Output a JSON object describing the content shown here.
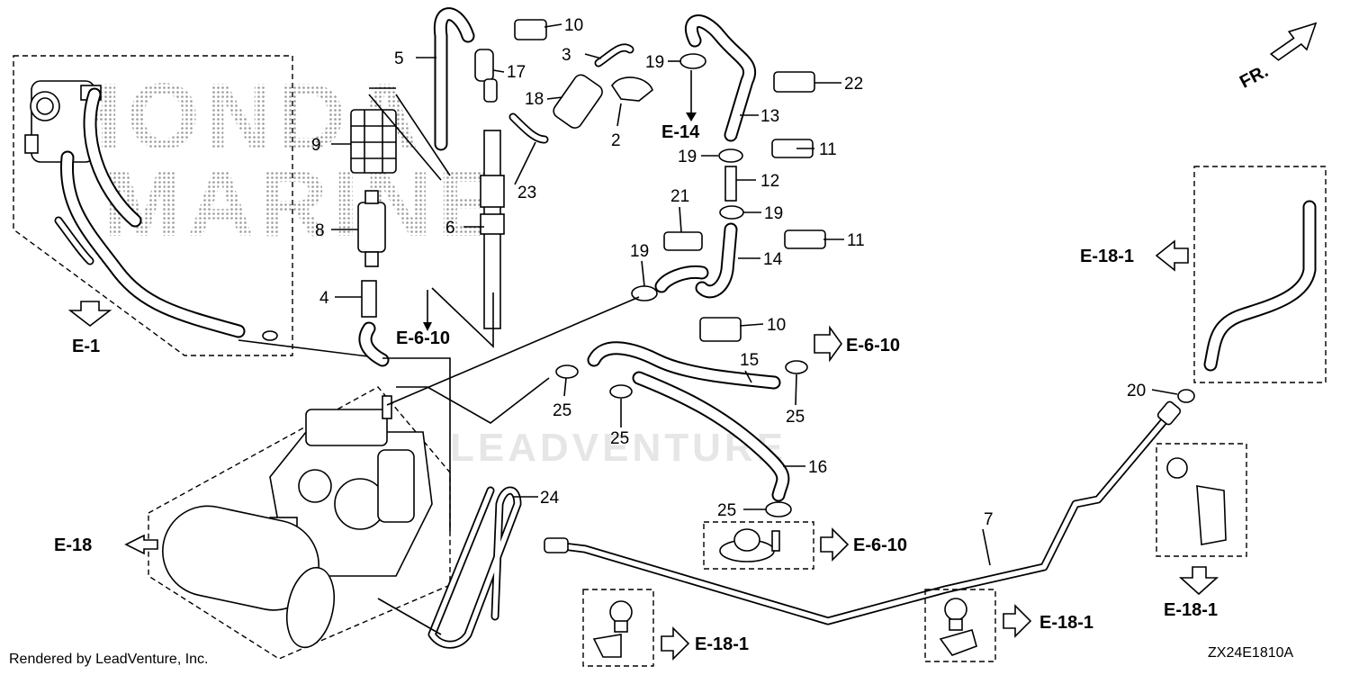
{
  "watermark": {
    "brand_top": "HONDA",
    "brand_bottom": "MARINE",
    "dealer": "LEADVENTURE"
  },
  "part_numbers": {
    "p2": "2",
    "p3": "3",
    "p4": "4",
    "p5": "5",
    "p6": "6",
    "p7": "7",
    "p8": "8",
    "p9": "9",
    "p10a": "10",
    "p10b": "10",
    "p11a": "11",
    "p11b": "11",
    "p12": "12",
    "p13": "13",
    "p14": "14",
    "p15": "15",
    "p16": "16",
    "p17": "17",
    "p18": "18",
    "p19a": "19",
    "p19b": "19",
    "p19c": "19",
    "p19d": "19",
    "p20": "20",
    "p21": "21",
    "p22": "22",
    "p23": "23",
    "p24": "24",
    "p25a": "25",
    "p25b": "25",
    "p25c": "25",
    "p25d": "25"
  },
  "references": {
    "e1": "E-1",
    "e14": "E-14",
    "e6_10_a": "E-6-10",
    "e6_10_b": "E-6-10",
    "e6_10_c": "E-6-10",
    "e18": "E-18",
    "e18_1_a": "E-18-1",
    "e18_1_b": "E-18-1",
    "e18_1_c": "E-18-1",
    "e18_1_d": "E-18-1"
  },
  "front_label": "FR.",
  "footer": {
    "rendered_by": "Rendered by LeadVenture, Inc.",
    "diagram_code": "ZX24E1810A"
  }
}
